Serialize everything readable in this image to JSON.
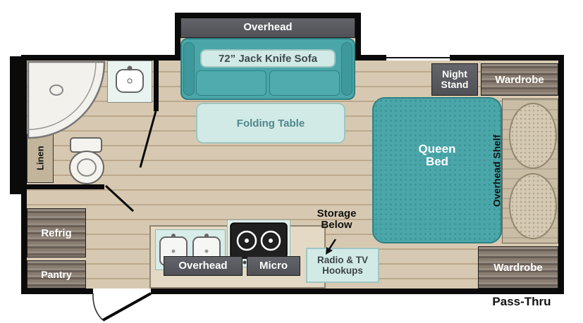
{
  "plan": {
    "slideout": {
      "overhead": "Overhead",
      "sofa": "72” Jack Knife Sofa"
    },
    "living": {
      "folding_table": "Folding Table"
    },
    "bedroom": {
      "night_stand": "Night Stand",
      "wardrobe_top": "Wardrobe",
      "queen_bed": "Queen Bed",
      "overhead_shelf": "Overhead Shelf",
      "wardrobe_bottom": "Wardrobe",
      "pass_thru": "Pass-Thru"
    },
    "bathroom": {
      "linen": "Linen"
    },
    "kitchen": {
      "refrig": "Refrig",
      "pantry": "Pantry",
      "overhead": "Overhead",
      "micro": "Micro",
      "storage_below": "Storage Below",
      "radio_tv": "Radio & TV Hookups"
    }
  },
  "colors": {
    "floor": "#d7c9b1",
    "teal_furniture": "#4aa6a9",
    "light_teal": "#d2eae6",
    "dark_cabinet": "#57585b",
    "wood_cabinet": "#83766a",
    "wall": "#0a0a0a"
  }
}
